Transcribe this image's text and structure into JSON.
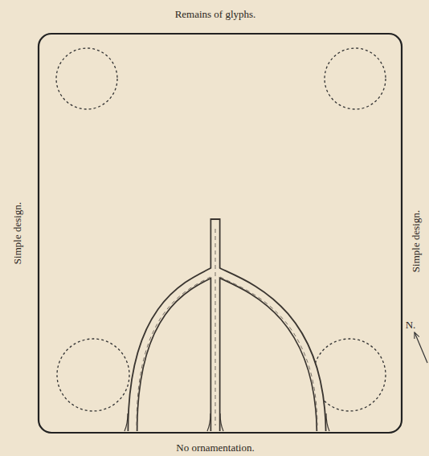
{
  "diagram": {
    "labels": [
      "Remains of glyphs.",
      "Simple design.",
      "Simple design.",
      "N.",
      "No ornamentation."
    ]
  }
}
